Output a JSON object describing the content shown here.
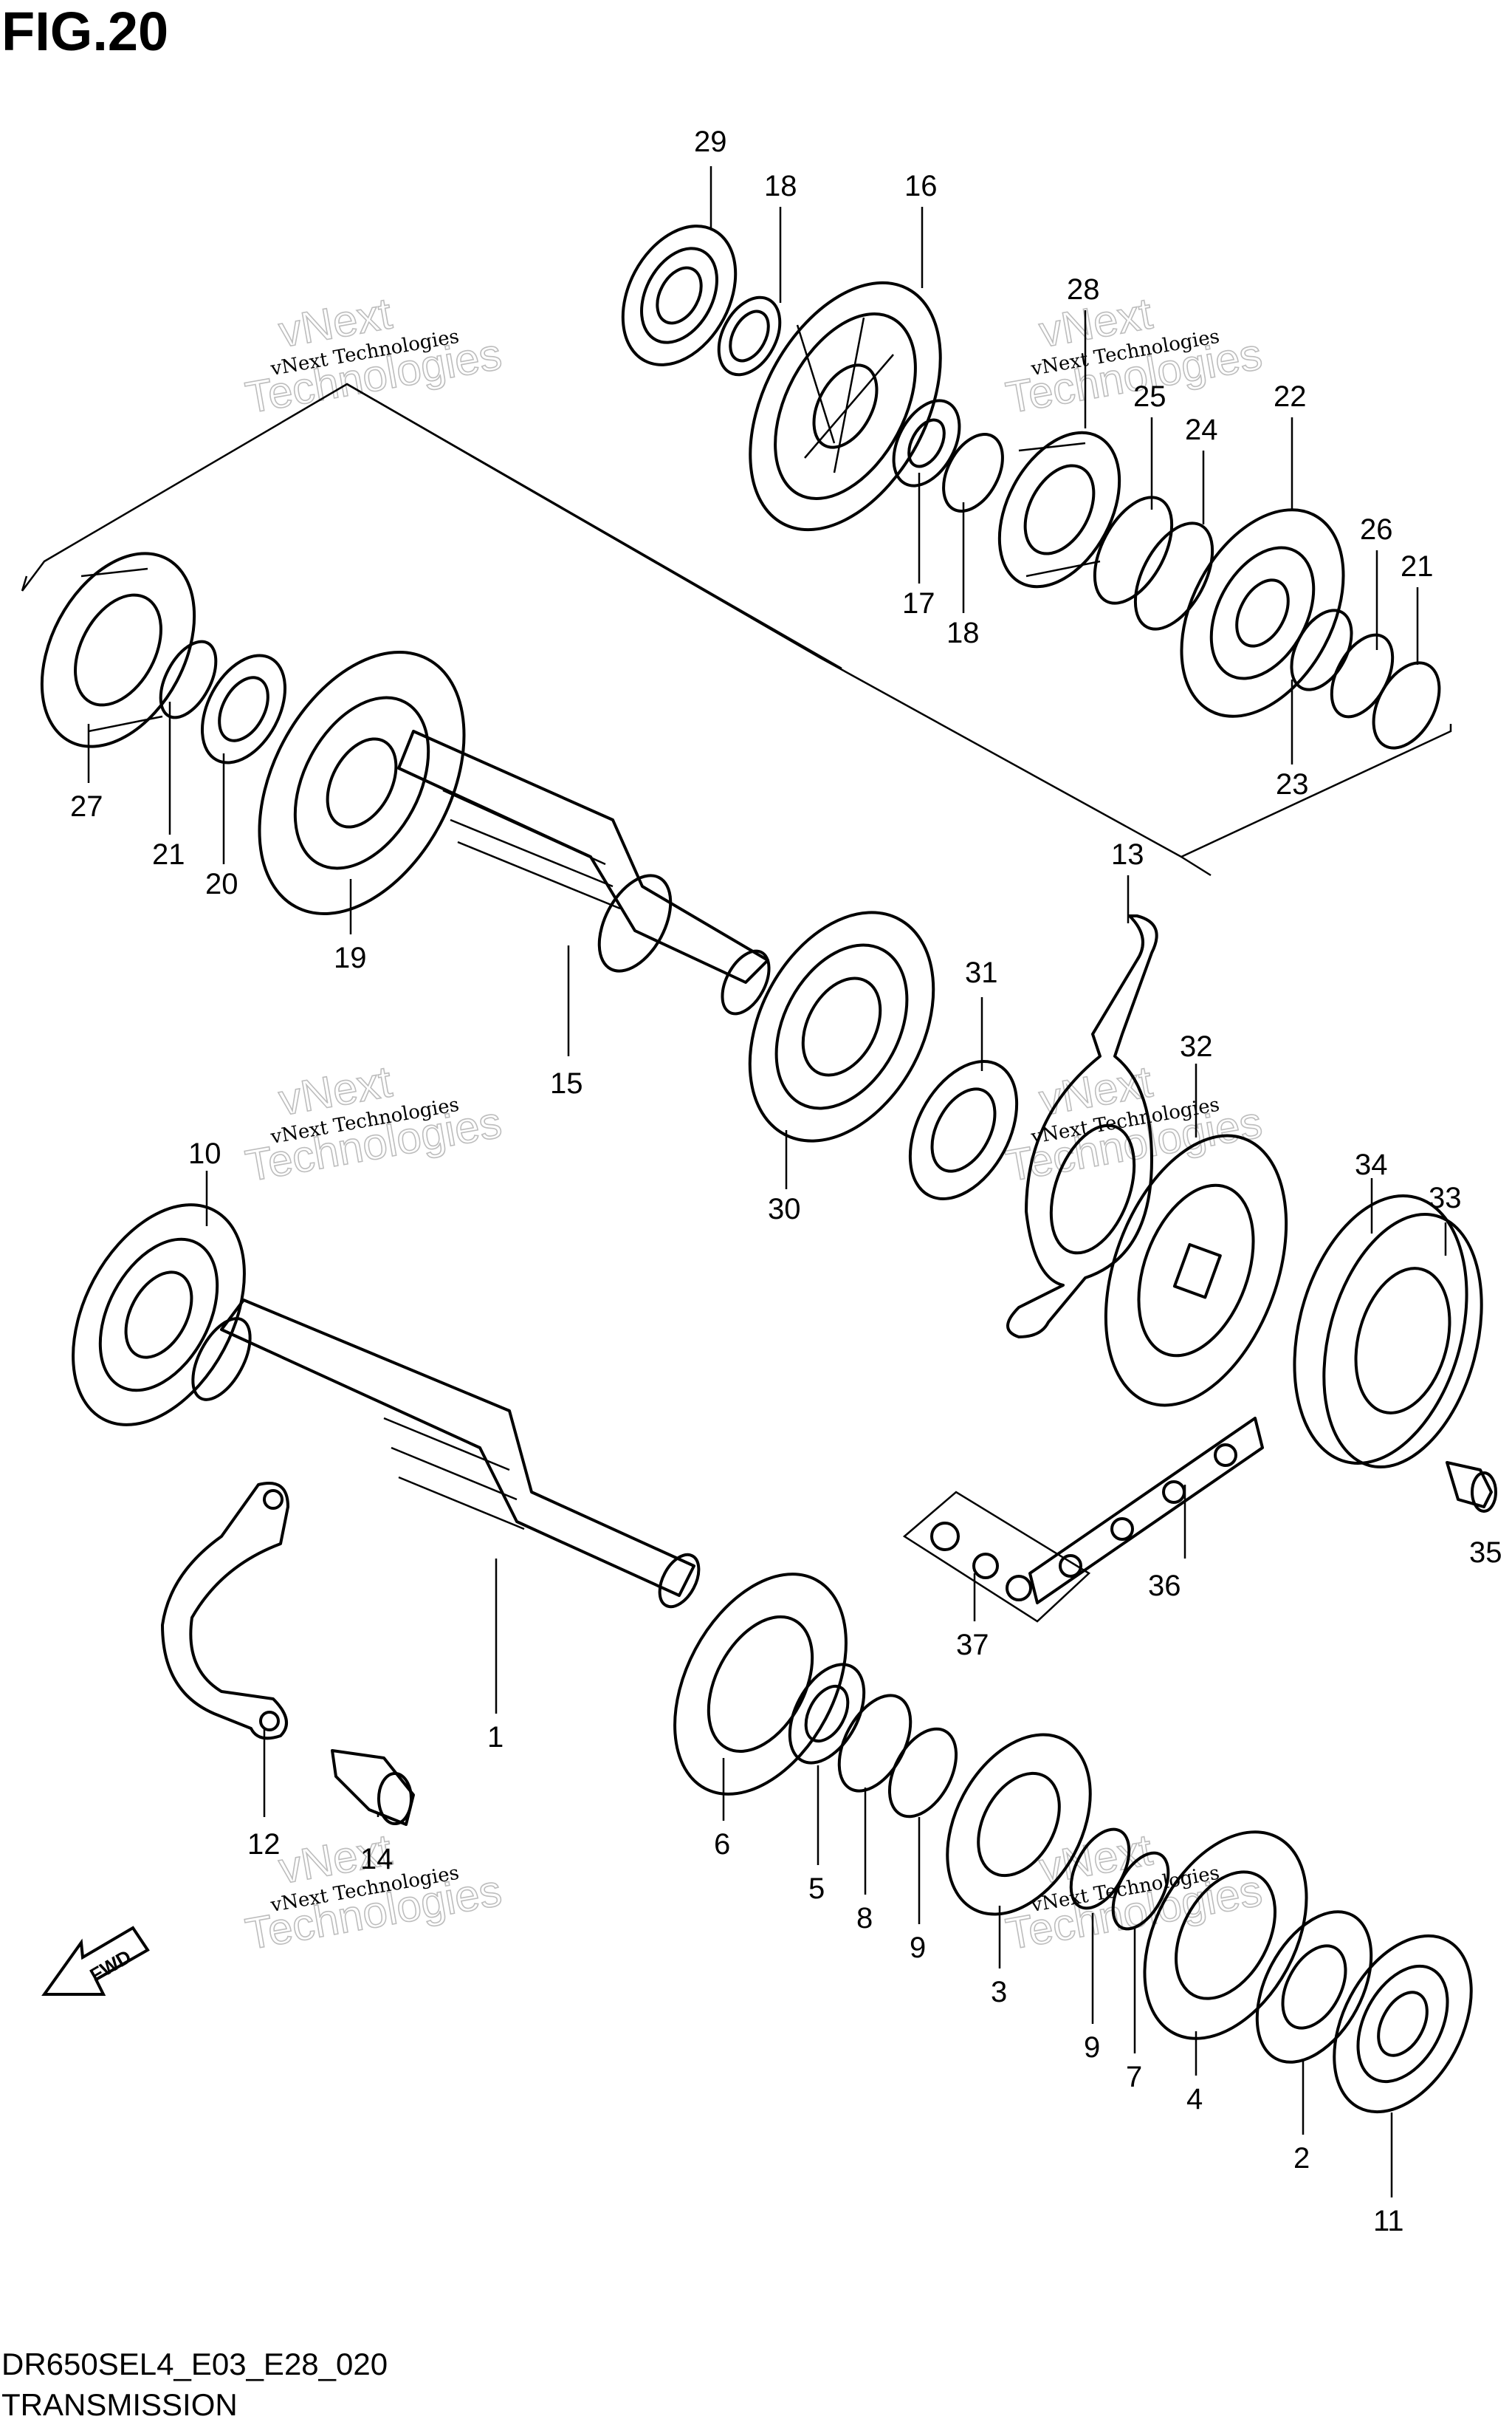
{
  "figure": {
    "title": "FIG.20",
    "code": "DR650SEL4_E03_E28_020",
    "name": "TRANSMISSION",
    "fwd_label": "FWD"
  },
  "watermark": {
    "line1": "vNext Technologies",
    "big1": "vNext",
    "big2": "Technologies"
  },
  "callouts": [
    {
      "id": "c29",
      "number": "29"
    },
    {
      "id": "c18a",
      "number": "18"
    },
    {
      "id": "c16",
      "number": "16"
    },
    {
      "id": "c28",
      "number": "28"
    },
    {
      "id": "c25",
      "number": "25"
    },
    {
      "id": "c24",
      "number": "24"
    },
    {
      "id": "c22",
      "number": "22"
    },
    {
      "id": "c26",
      "number": "26"
    },
    {
      "id": "c21a",
      "number": "21"
    },
    {
      "id": "c17",
      "number": "17"
    },
    {
      "id": "c18b",
      "number": "18"
    },
    {
      "id": "c23",
      "number": "23"
    },
    {
      "id": "c27",
      "number": "27"
    },
    {
      "id": "c21b",
      "number": "21"
    },
    {
      "id": "c20",
      "number": "20"
    },
    {
      "id": "c19",
      "number": "19"
    },
    {
      "id": "c15",
      "number": "15"
    },
    {
      "id": "c13",
      "number": "13"
    },
    {
      "id": "c31",
      "number": "31"
    },
    {
      "id": "c32",
      "number": "32"
    },
    {
      "id": "c30",
      "number": "30"
    },
    {
      "id": "c10",
      "number": "10"
    },
    {
      "id": "c34",
      "number": "34"
    },
    {
      "id": "c33",
      "number": "33"
    },
    {
      "id": "c36",
      "number": "36"
    },
    {
      "id": "c35",
      "number": "35"
    },
    {
      "id": "c37",
      "number": "37"
    },
    {
      "id": "c1",
      "number": "1"
    },
    {
      "id": "c12",
      "number": "12"
    },
    {
      "id": "c14",
      "number": "14"
    },
    {
      "id": "c6",
      "number": "6"
    },
    {
      "id": "c5",
      "number": "5"
    },
    {
      "id": "c8",
      "number": "8"
    },
    {
      "id": "c9a",
      "number": "9"
    },
    {
      "id": "c3",
      "number": "3"
    },
    {
      "id": "c9b",
      "number": "9"
    },
    {
      "id": "c7",
      "number": "7"
    },
    {
      "id": "c4",
      "number": "4"
    },
    {
      "id": "c2",
      "number": "2"
    },
    {
      "id": "c11",
      "number": "11"
    }
  ]
}
